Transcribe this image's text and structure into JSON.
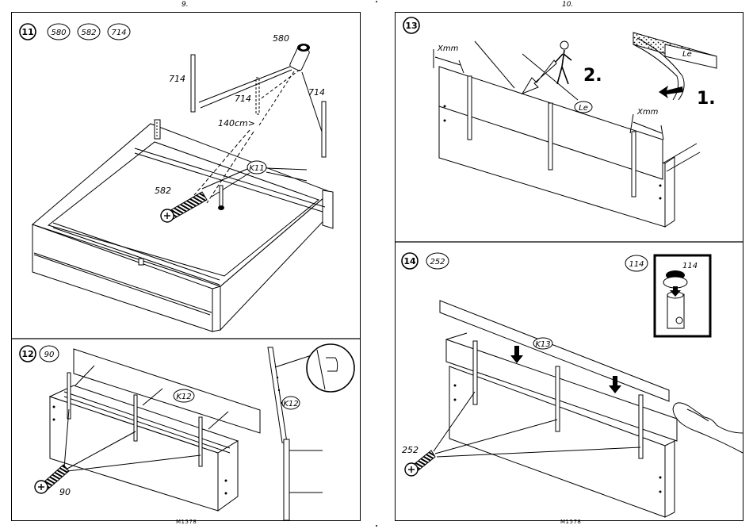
{
  "pages": {
    "left_number": "9.",
    "right_number": "10.",
    "left_code": "M1578",
    "right_code": "M1578"
  },
  "steps": {
    "s11": {
      "number": "11",
      "parts": [
        "580",
        "582",
        "714"
      ],
      "labels": {
        "p580": "580",
        "p714a": "714",
        "p714b": "714",
        "p714c": "714",
        "length": "140cm>",
        "ring": "K11",
        "p582": "582"
      }
    },
    "s12": {
      "number": "12",
      "parts": [
        "90"
      ],
      "labels": {
        "ring_main": "K12",
        "ring_side": "K12",
        "p90": "90"
      }
    },
    "s13": {
      "number": "13",
      "labels": {
        "xmm_left": "Xmm",
        "xmm_right": "Xmm",
        "le_ring": "Le",
        "le_tape": "Le",
        "order2": "2.",
        "order1": "1."
      }
    },
    "s14": {
      "number": "14",
      "parts": [
        "252",
        "114"
      ],
      "labels": {
        "ring": "K13",
        "p252": "252",
        "detail_114": "114"
      }
    }
  },
  "icons": [
    "screw-icon",
    "bolt-icon",
    "hand-icon",
    "walking-person-icon",
    "arrow-icon",
    "magnifier-detail-icon"
  ]
}
